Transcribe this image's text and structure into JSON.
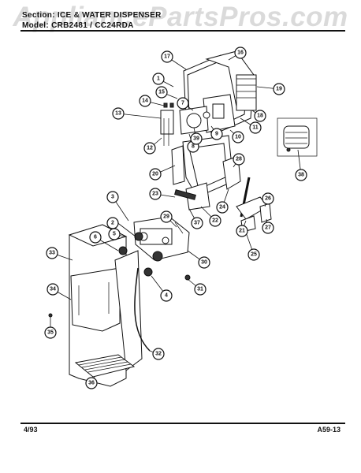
{
  "header": {
    "section_line": "Section: ICE & WATER DISPENSER",
    "model_line": "Model: CRB2481 / CC24RDA"
  },
  "watermark": "AppliancePartsPros.com",
  "footer": {
    "date": "4/93",
    "page_ref": "A59-13"
  },
  "callouts": [
    "1",
    "2",
    "3",
    "4",
    "5",
    "6",
    "7",
    "8",
    "9",
    "10",
    "11",
    "12",
    "13",
    "14",
    "15",
    "16",
    "17",
    "18",
    "19",
    "20",
    "21",
    "22",
    "23",
    "24",
    "25",
    "26",
    "27",
    "28",
    "29",
    "30",
    "31",
    "32",
    "33",
    "34",
    "35",
    "36",
    "37",
    "38",
    "39"
  ]
}
